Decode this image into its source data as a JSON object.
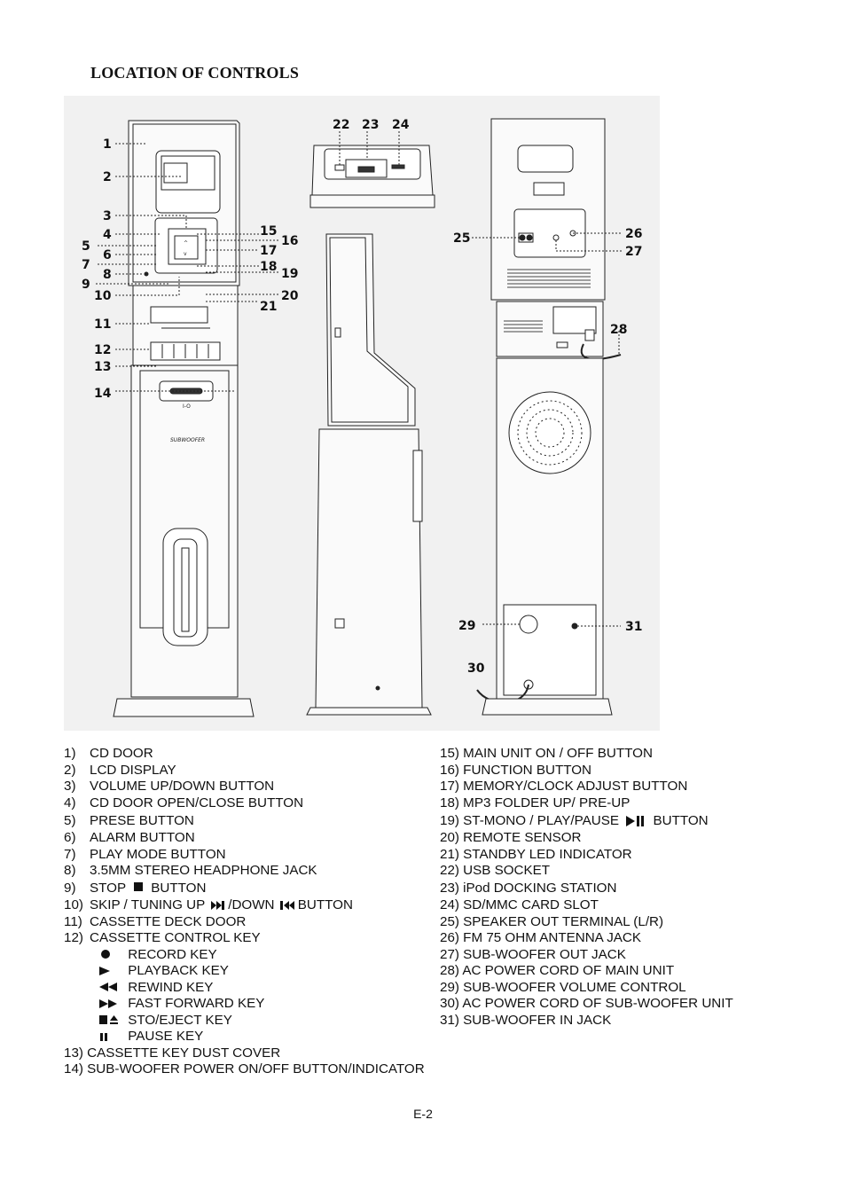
{
  "header": {
    "title": "LOCATION OF CONTROLS"
  },
  "figure": {
    "callouts": [
      "1",
      "2",
      "3",
      "4",
      "5",
      "6",
      "7",
      "8",
      "9",
      "10",
      "11",
      "12",
      "13",
      "14",
      "15",
      "16",
      "17",
      "18",
      "19",
      "20",
      "21",
      "22",
      "23",
      "24",
      "25",
      "26",
      "27",
      "28",
      "29",
      "30",
      "31"
    ]
  },
  "legend_left": [
    {
      "num": "1)",
      "text": "CD DOOR"
    },
    {
      "num": "2)",
      "text": "LCD DISPLAY"
    },
    {
      "num": "3)",
      "text": "VOLUME UP/DOWN BUTTON"
    },
    {
      "num": "4)",
      "text": "CD DOOR OPEN/CLOSE BUTTON"
    },
    {
      "num": "5)",
      "text": "PRESE BUTTON"
    },
    {
      "num": "6)",
      "text": "ALARM BUTTON"
    },
    {
      "num": "7)",
      "text": "PLAY MODE BUTTON"
    },
    {
      "num": "8)",
      "text": "3.5MM STEREO HEADPHONE JACK"
    },
    {
      "num": "9)",
      "text": "STOP",
      "icon": "stop-icon",
      "after": "BUTTON"
    },
    {
      "num": "10)",
      "text": "SKIP / TUNING UP",
      "icon": "skip-next-icon",
      "after": "/DOWN",
      "icon2": "skip-prev-icon",
      "after2": "BUTTON"
    },
    {
      "num": "11)",
      "text": "CASSETTE DECK DOOR"
    },
    {
      "num": "12)",
      "text": "CASSETTE CONTROL KEY"
    }
  ],
  "cassette_keys": [
    {
      "icon": "record-icon",
      "text": "RECORD KEY"
    },
    {
      "icon": "play-icon",
      "text": "PLAYBACK KEY"
    },
    {
      "icon": "rewind-icon",
      "text": "REWIND KEY"
    },
    {
      "icon": "fast-forward-icon",
      "text": "FAST FORWARD KEY"
    },
    {
      "icon": "stop-eject-icon",
      "text": "STO/EJECT KEY"
    },
    {
      "icon": "pause-icon",
      "text": "PAUSE KEY"
    }
  ],
  "legend_left_tail": [
    {
      "text": "13) CASSETTE KEY DUST COVER"
    },
    {
      "text": "14) SUB-WOOFER POWER ON/OFF BUTTON/INDICATOR"
    }
  ],
  "legend_right": [
    {
      "text": "15) MAIN UNIT ON / OFF BUTTON"
    },
    {
      "text": "16) FUNCTION BUTTON"
    },
    {
      "text": "17) MEMORY/CLOCK ADJUST BUTTON"
    },
    {
      "text": "18) MP3 FOLDER UP/ PRE-UP"
    },
    {
      "text": "19) ST-MONO / PLAY/PAUSE",
      "icon": "play-pause-icon",
      "after": "BUTTON"
    },
    {
      "text": "20) REMOTE SENSOR"
    },
    {
      "text": "21) STANDBY LED INDICATOR"
    },
    {
      "text": "22) USB SOCKET"
    },
    {
      "text": "23) iPod DOCKING STATION"
    },
    {
      "text": "24) SD/MMC CARD SLOT"
    },
    {
      "text": "25) SPEAKER OUT TERMINAL (L/R)"
    },
    {
      "text": "26) FM 75 OHM ANTENNA JACK"
    },
    {
      "text": "27) SUB-WOOFER OUT JACK"
    },
    {
      "text": "28) AC POWER CORD OF MAIN UNIT"
    },
    {
      "text": "29) SUB-WOOFER VOLUME CONTROL"
    },
    {
      "text": "30) AC POWER CORD OF SUB-WOOFER UNIT"
    },
    {
      "text": "31) SUB-WOOFER IN JACK"
    }
  ],
  "footer": {
    "page": "E-2"
  }
}
